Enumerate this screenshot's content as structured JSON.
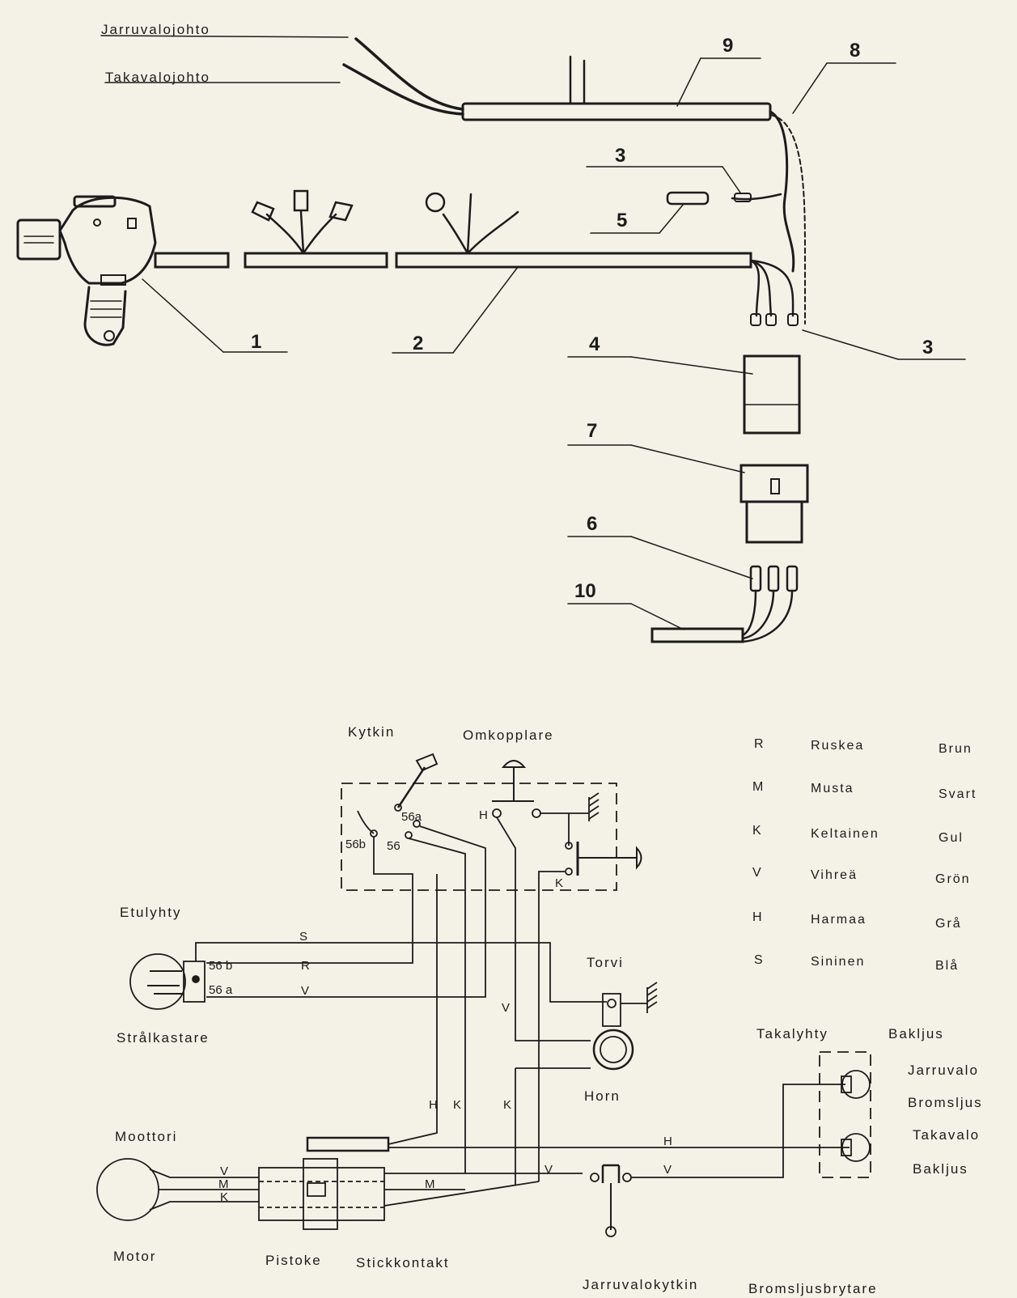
{
  "harness": {
    "brake_wire": "Jarruvalojohto",
    "tail_wire": "Takavalojohto",
    "callouts": [
      "1",
      "2",
      "3",
      "3",
      "4",
      "5",
      "6",
      "7",
      "8",
      "9",
      "10"
    ]
  },
  "schematic": {
    "switch": "Kytkin",
    "changeover": "Omkopplare",
    "headlight_fi": "Etulyhty",
    "headlight_sv": "Strålkastare",
    "horn_fi": "Torvi",
    "horn_sv": "Horn",
    "tail_fi": "Takalyhty",
    "tail_sv": "Bakljus",
    "brake_light_fi": "Jarruvalo",
    "brake_light_sv": "Bromsljus",
    "tail_light_fi": "Takavalo",
    "tail_light_sv": "Bakljus",
    "motor_fi": "Moottori",
    "motor_sv": "Motor",
    "plug_fi": "Pistoke",
    "plug_sv": "Stickkontakt",
    "brake_switch_fi": "Jarruvalokytkin",
    "brake_switch_sv": "Bromsljusbrytare",
    "terminals": {
      "t56b": "56b",
      "t56": "56",
      "t56a": "56a",
      "h1": "56 b",
      "h2": "56 a"
    },
    "wire_codes": {
      "S": "S",
      "R": "R",
      "V": "V",
      "H": "H",
      "K": "K",
      "M": "M"
    }
  },
  "legend": [
    {
      "code": "R",
      "fi": "Ruskea",
      "sv": "Brun"
    },
    {
      "code": "M",
      "fi": "Musta",
      "sv": "Svart"
    },
    {
      "code": "K",
      "fi": "Keltainen",
      "sv": "Gul"
    },
    {
      "code": "V",
      "fi": "Vihreä",
      "sv": "Grön"
    },
    {
      "code": "H",
      "fi": "Harmaa",
      "sv": "Grå"
    },
    {
      "code": "S",
      "fi": "Sininen",
      "sv": "Blå"
    }
  ]
}
